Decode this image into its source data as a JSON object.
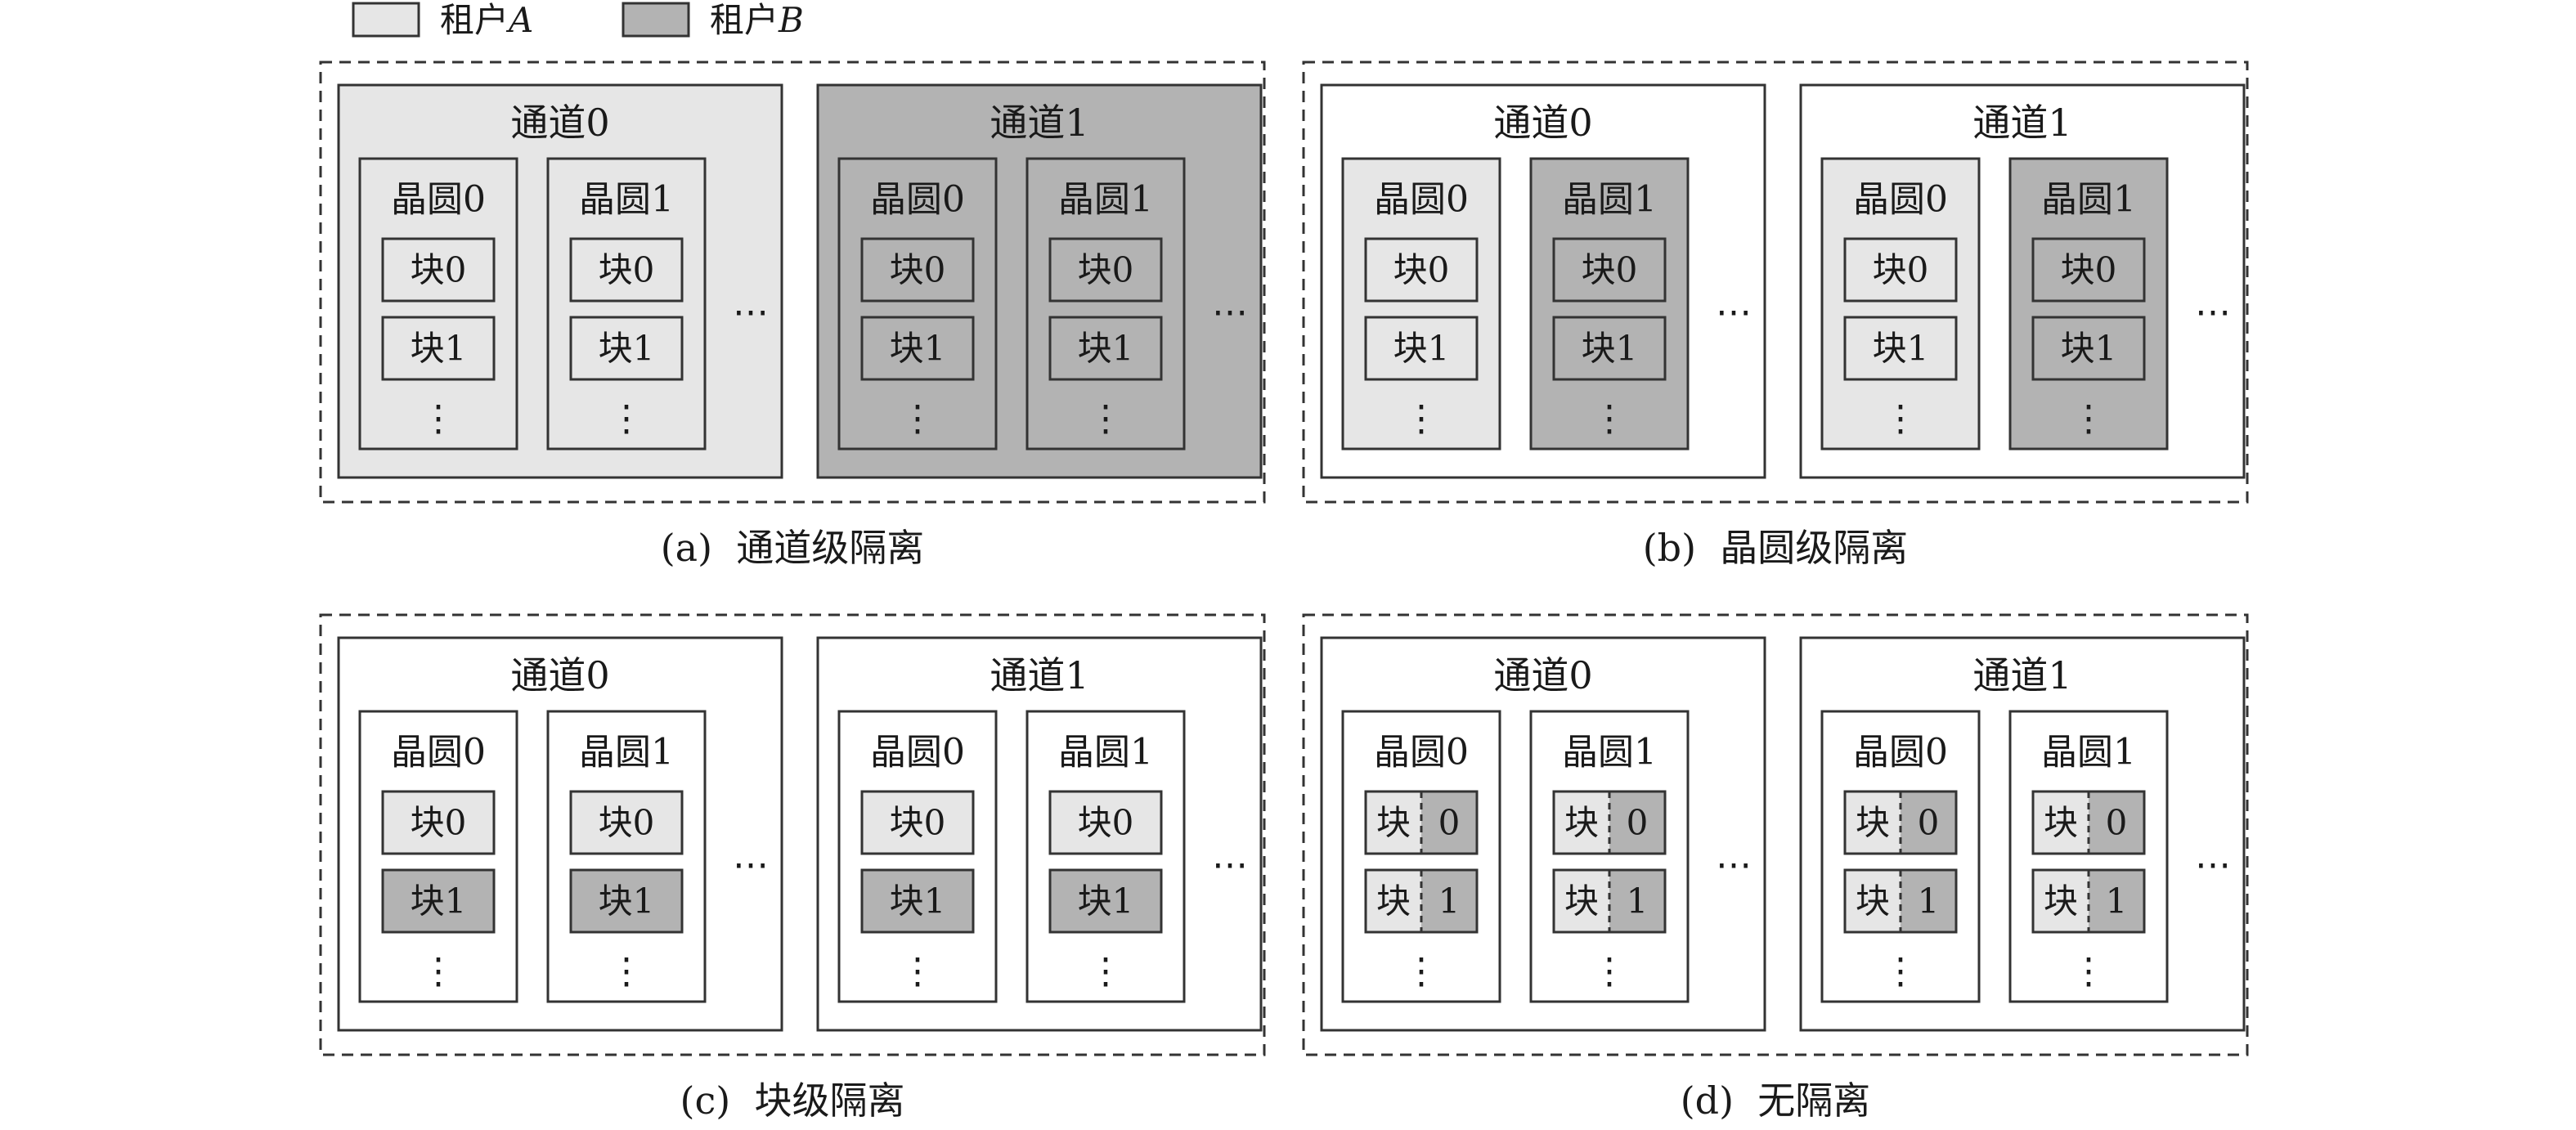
{
  "colors": {
    "tenant_a": "#e6e6e6",
    "tenant_b": "#b3b3b3",
    "none": "#ffffff",
    "stroke": "#333333"
  },
  "legend": [
    {
      "label": "租户",
      "var": "A",
      "color_key": "tenant_a"
    },
    {
      "label": "租户",
      "var": "B",
      "color_key": "tenant_b"
    }
  ],
  "labels": {
    "block_word": "块",
    "ellipsis": "⋯",
    "vellipsis": "⋮"
  },
  "panels": [
    {
      "caption_tag": "(a)",
      "caption_text": "通道级隔离",
      "channels": [
        {
          "label": "通道0",
          "fill": "tenant_a",
          "wafers": [
            {
              "label": "晶圆0",
              "fill": "tenant_a",
              "blocks": [
                {
                  "label": "块0",
                  "fill": "tenant_a"
                },
                {
                  "label": "块1",
                  "fill": "tenant_a"
                }
              ]
            },
            {
              "label": "晶圆1",
              "fill": "tenant_a",
              "blocks": [
                {
                  "label": "块0",
                  "fill": "tenant_a"
                },
                {
                  "label": "块1",
                  "fill": "tenant_a"
                }
              ]
            }
          ]
        },
        {
          "label": "通道1",
          "fill": "tenant_b",
          "wafers": [
            {
              "label": "晶圆0",
              "fill": "tenant_b",
              "blocks": [
                {
                  "label": "块0",
                  "fill": "tenant_b"
                },
                {
                  "label": "块1",
                  "fill": "tenant_b"
                }
              ]
            },
            {
              "label": "晶圆1",
              "fill": "tenant_b",
              "blocks": [
                {
                  "label": "块0",
                  "fill": "tenant_b"
                },
                {
                  "label": "块1",
                  "fill": "tenant_b"
                }
              ]
            }
          ]
        }
      ]
    },
    {
      "caption_tag": "(b)",
      "caption_text": "晶圆级隔离",
      "channels": [
        {
          "label": "通道0",
          "fill": "none",
          "wafers": [
            {
              "label": "晶圆0",
              "fill": "tenant_a",
              "blocks": [
                {
                  "label": "块0",
                  "fill": "tenant_a"
                },
                {
                  "label": "块1",
                  "fill": "tenant_a"
                }
              ]
            },
            {
              "label": "晶圆1",
              "fill": "tenant_b",
              "blocks": [
                {
                  "label": "块0",
                  "fill": "tenant_b"
                },
                {
                  "label": "块1",
                  "fill": "tenant_b"
                }
              ]
            }
          ]
        },
        {
          "label": "通道1",
          "fill": "none",
          "wafers": [
            {
              "label": "晶圆0",
              "fill": "tenant_a",
              "blocks": [
                {
                  "label": "块0",
                  "fill": "tenant_a"
                },
                {
                  "label": "块1",
                  "fill": "tenant_a"
                }
              ]
            },
            {
              "label": "晶圆1",
              "fill": "tenant_b",
              "blocks": [
                {
                  "label": "块0",
                  "fill": "tenant_b"
                },
                {
                  "label": "块1",
                  "fill": "tenant_b"
                }
              ]
            }
          ]
        }
      ]
    },
    {
      "caption_tag": "(c)",
      "caption_text": "块级隔离",
      "channels": [
        {
          "label": "通道0",
          "fill": "none",
          "wafers": [
            {
              "label": "晶圆0",
              "fill": "none",
              "blocks": [
                {
                  "label": "块0",
                  "fill": "tenant_a"
                },
                {
                  "label": "块1",
                  "fill": "tenant_b"
                }
              ]
            },
            {
              "label": "晶圆1",
              "fill": "none",
              "blocks": [
                {
                  "label": "块0",
                  "fill": "tenant_a"
                },
                {
                  "label": "块1",
                  "fill": "tenant_b"
                }
              ]
            }
          ]
        },
        {
          "label": "通道1",
          "fill": "none",
          "wafers": [
            {
              "label": "晶圆0",
              "fill": "none",
              "blocks": [
                {
                  "label": "块0",
                  "fill": "tenant_a"
                },
                {
                  "label": "块1",
                  "fill": "tenant_b"
                }
              ]
            },
            {
              "label": "晶圆1",
              "fill": "none",
              "blocks": [
                {
                  "label": "块0",
                  "fill": "tenant_a"
                },
                {
                  "label": "块1",
                  "fill": "tenant_b"
                }
              ]
            }
          ]
        }
      ]
    },
    {
      "caption_tag": "(d)",
      "caption_text": "无隔离",
      "channels": [
        {
          "label": "通道0",
          "fill": "none",
          "wafers": [
            {
              "label": "晶圆0",
              "fill": "none",
              "blocks": [
                {
                  "label": "块0",
                  "split": true,
                  "num": "0"
                },
                {
                  "label": "块1",
                  "split": true,
                  "num": "1"
                }
              ]
            },
            {
              "label": "晶圆1",
              "fill": "none",
              "blocks": [
                {
                  "label": "块0",
                  "split": true,
                  "num": "0"
                },
                {
                  "label": "块1",
                  "split": true,
                  "num": "1"
                }
              ]
            }
          ]
        },
        {
          "label": "通道1",
          "fill": "none",
          "wafers": [
            {
              "label": "晶圆0",
              "fill": "none",
              "blocks": [
                {
                  "label": "块0",
                  "split": true,
                  "num": "0"
                },
                {
                  "label": "块1",
                  "split": true,
                  "num": "1"
                }
              ]
            },
            {
              "label": "晶圆1",
              "fill": "none",
              "blocks": [
                {
                  "label": "块0",
                  "split": true,
                  "num": "0"
                },
                {
                  "label": "块1",
                  "split": true,
                  "num": "1"
                }
              ]
            }
          ]
        }
      ]
    }
  ]
}
